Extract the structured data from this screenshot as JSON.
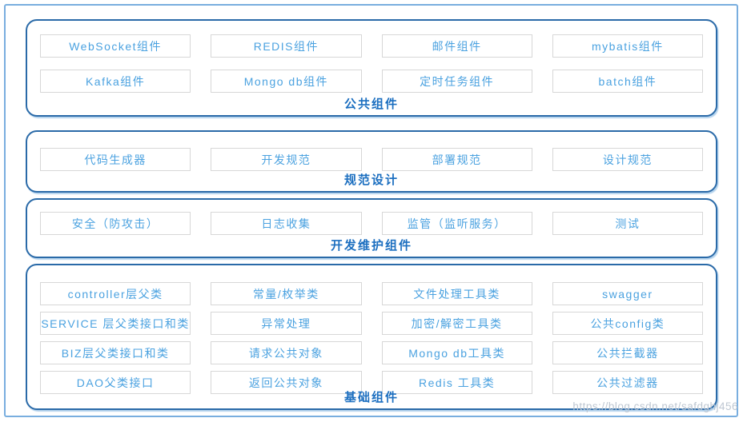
{
  "page": {
    "watermark": "https://blog.csdn.net/safdghj456"
  },
  "colors": {
    "outer_border": "#79AEDF",
    "section_border": "#2A6AA8",
    "box_border": "#D7D7D7",
    "box_text": "#4BA2E0",
    "section_label_text": "#1C6FC0",
    "watermark_text": "#BAC4D0"
  },
  "sections": [
    {
      "label": "公共组件",
      "items": [
        "WebSocket组件",
        "REDIS组件",
        "邮件组件",
        "mybatis组件",
        "Kafka组件",
        "Mongo db组件",
        "定时任务组件",
        "batch组件"
      ]
    },
    {
      "label": "规范设计",
      "items": [
        "代码生成器",
        "开发规范",
        "部署规范",
        "设计规范"
      ]
    },
    {
      "label": "开发维护组件",
      "items": [
        "安全（防攻击）",
        "日志收集",
        "监管（监听服务）",
        "测试"
      ]
    },
    {
      "label": "基础组件",
      "items": [
        "controller层父类",
        "常量/枚举类",
        "文件处理工具类",
        "swagger",
        "SERVICE 层父类接口和类",
        "异常处理",
        "加密/解密工具类",
        "公共config类",
        "BIZ层父类接口和类",
        "请求公共对象",
        "Mongo db工具类",
        "公共拦截器",
        "DAO父类接口",
        "返回公共对象",
        "Redis 工具类",
        "公共过滤器"
      ]
    }
  ]
}
